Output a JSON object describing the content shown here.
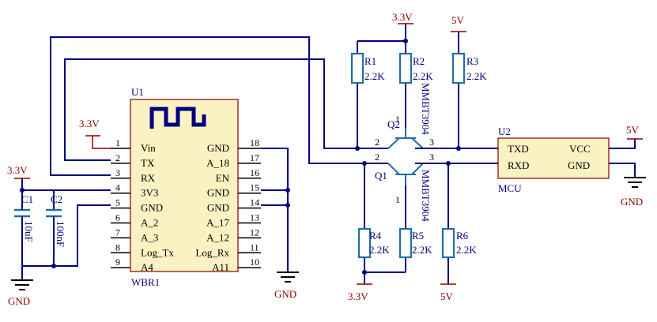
{
  "power": {
    "top_3v3_q2": "3.3V",
    "top_5v_r3": "5V",
    "u1_vin_3v3": "3.3V",
    "caps_3v3": "3.3V",
    "u2_vcc_5v": "5V",
    "bottom_3v3": "3.3V",
    "bottom_5v": "5V",
    "gnd_caps": "GND",
    "gnd_u1": "GND",
    "gnd_u2": "GND"
  },
  "u1": {
    "designator": "U1",
    "name": "WBR1",
    "pins_left": [
      {
        "num": "1",
        "label": "Vin"
      },
      {
        "num": "2",
        "label": "TX"
      },
      {
        "num": "3",
        "label": "RX"
      },
      {
        "num": "4",
        "label": "3V3"
      },
      {
        "num": "5",
        "label": "GND"
      },
      {
        "num": "6",
        "label": "A_2"
      },
      {
        "num": "7",
        "label": "A_3"
      },
      {
        "num": "8",
        "label": "Log_Tx"
      },
      {
        "num": "9",
        "label": "A4"
      }
    ],
    "pins_right": [
      {
        "num": "18",
        "label": "GND"
      },
      {
        "num": "17",
        "label": "A_18"
      },
      {
        "num": "16",
        "label": "EN"
      },
      {
        "num": "15",
        "label": "GND"
      },
      {
        "num": "14",
        "label": "GND"
      },
      {
        "num": "13",
        "label": "A_17"
      },
      {
        "num": "12",
        "label": "A_12"
      },
      {
        "num": "11",
        "label": "Log_Rx"
      },
      {
        "num": "10",
        "label": "A11"
      }
    ]
  },
  "u2": {
    "designator": "U2",
    "name": "MCU",
    "pin_txd": "TXD",
    "pin_rxd": "RXD",
    "pin_vcc": "VCC",
    "pin_gnd": "GND"
  },
  "capacitors": [
    {
      "designator": "C1",
      "value": "10uF"
    },
    {
      "designator": "C2",
      "value": "100nF"
    }
  ],
  "resistors": [
    {
      "designator": "R1",
      "value": "2.2K"
    },
    {
      "designator": "R2",
      "value": "2.2K"
    },
    {
      "designator": "R3",
      "value": "2.2K"
    },
    {
      "designator": "R4",
      "value": "2.2K"
    },
    {
      "designator": "R5",
      "value": "2.2K"
    },
    {
      "designator": "R6",
      "value": "2.2K"
    }
  ],
  "transistors": [
    {
      "designator": "Q2",
      "part": "MMBT3904",
      "pin_base": "1",
      "pin_emitter": "2",
      "pin_collector": "3"
    },
    {
      "designator": "Q1",
      "part": "MMBT3904",
      "pin_base": "1",
      "pin_emitter": "2",
      "pin_collector": "3"
    }
  ],
  "colors": {
    "wire": "#000080",
    "power": "#8b0000",
    "component_fill": "#fbf2c4",
    "resistor": "#1f6fa8"
  }
}
